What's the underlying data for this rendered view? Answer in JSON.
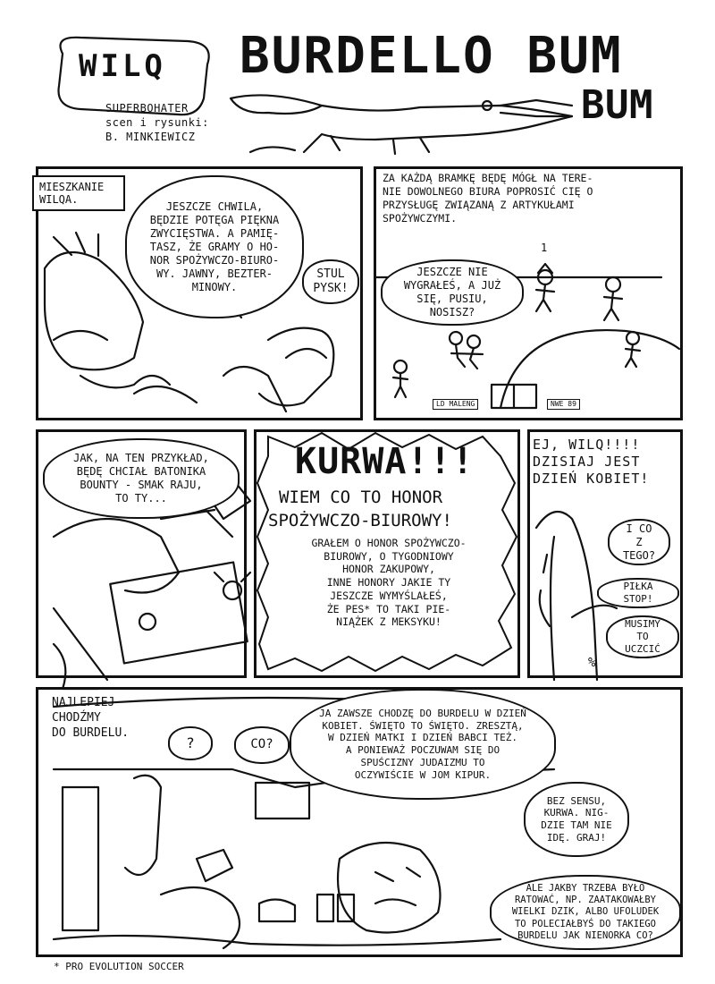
{
  "header": {
    "series_title": "WILQ",
    "subtitle_line1": "SUPERBOHATER",
    "credits_line2": "scen i rysunki:",
    "credits_line3": "B. MINKIEWICZ",
    "episode_title_line1": "BURDELLO BUM",
    "episode_title_line2": "BUM"
  },
  "panels": {
    "p1": {
      "caption": "MIESZKANIE\nWILQA.",
      "bubble_main": "JESZCZE CHWILA,\nBĘDZIE POTĘGA PIĘKNA\nZWYCIĘSTWA. A PAMIĘ-\nTASZ, ŻE GRAMY O HO-\nNOR SPOŻYWCZO-BIURO-\nWY. JAWNY, BEZTER-\nMINOWY.",
      "bubble_reply": "STUL\nPYSK!"
    },
    "p2": {
      "caption": "ZA KAŻDĄ BRAMKĘ BĘDĘ MÓGŁ NA TERE-\nNIE DOWOLNEGO BIURA POPROSIĆ CIĘ O\nPRZYSŁUGĘ ZWIĄZANĄ Z ARTYKUŁAMI\nSPOŻYWCZYMI.",
      "bubble": "JESZCZE NIE\nWYGRAŁEŚ, A JUŻ\nSIĘ, PUSIU, NOSISZ?",
      "player_marker": "1",
      "score_left": "LD MALENG",
      "score_right": "NWE 89"
    },
    "p3": {
      "bubble": "JAK, NA TEN PRZYKŁAD,\nBĘDĘ CHCIAŁ BATONIKA\nBOUNTY - SMAK RAJU,\nTO TY..."
    },
    "p4": {
      "shout": "KURWA!!!",
      "line1": "WIEM CO TO HONOR",
      "line2": "SPOŻYWCZO-BIUROWY!",
      "rest": "GRAŁEM O HONOR SPOŻYWCZO-\nBIUROWY, O TYGODNIOWY\nHONOR ZAKUPOWY,\nINNE HONORY JAKIE TY\nJESZCZE WYMYŚLAŁEŚ,\nŻE PES* TO TAKI PIE-\nNIĄŻEK Z MEKSYKU!"
    },
    "p5": {
      "free_text": "EJ, WILQ!!!!\nDZISIAJ JEST\nDZIEŃ KOBIET!",
      "bubble_a": "I CO\nZ TEGO?",
      "bubble_b": "PIŁKA STOP!",
      "bubble_c": "MUSIMY\nTO UCZCIĆ",
      "percent": "%"
    },
    "p6": {
      "free_left": "NAJLEPIEJ\nCHODŹMY\nDO BURDELU.",
      "bubble_q": "?",
      "bubble_co": "CO?",
      "bubble_main": "JA ZAWSZE CHODZĘ DO BURDELU W DZIEŃ\nKOBIET. ŚWIĘTO TO ŚWIĘTO. ZRESZTĄ,\nW DZIEŃ MATKI I DZIEŃ BABCI TEŻ.\nA PONIEWAŻ POCZUWAM SIĘ DO\nSPUŚCIZNY JUDAIZMU TO\nOCZYWIŚCIE W JOM KIPUR.",
      "bubble_right": "BEZ SENSU,\nKURWA. NIG-\nDZIE TAM NIE\nIDĘ. GRAJ!",
      "bubble_bottom": "ALE JAKBY TRZEBA BYŁO\nRATOWAĆ, NP. ZAATAKOWAŁBY\nWIELKI DZIK, ALBO UFOLUDEK\nTO POLECIAŁBYŚ DO TAKIEGO\nBURDELU JAK NIENORKA CO?"
    }
  },
  "footnote": "* PRO EVOLUTION SOCCER",
  "colors": {
    "ink": "#111111",
    "paper": "#ffffff"
  }
}
